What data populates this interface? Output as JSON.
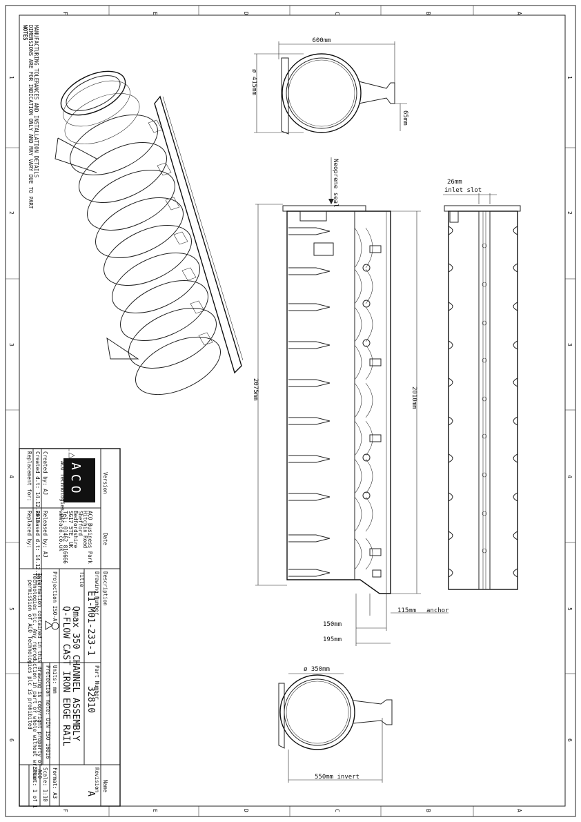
{
  "notes": {
    "heading": "NOTES",
    "line1": "DIMENSIONS ARE FOR INDICATION ONLY AND MAY VARY DUE TO PART",
    "line2": "MANUFACTURING TOLERANCES AND INSTALLATION DETAILS"
  },
  "grid": {
    "columns": [
      "F",
      "E",
      "D",
      "C",
      "B",
      "A"
    ],
    "rows": [
      "1",
      "2",
      "3",
      "4",
      "5",
      "6"
    ]
  },
  "dimensions": {
    "top_width": "600mm",
    "top_diameter": "ø 415mm",
    "top_flange": "65mm",
    "neoprene_seal": "Neoprene seal",
    "overall_length": "2075mm",
    "inner_length": "2010mm",
    "dim_150": "150mm",
    "dim_195": "195mm",
    "dim_115": "115mm",
    "anchor": "anchor",
    "inlet_width": "26mm",
    "inlet_slot": "inlet slot",
    "bottom_diameter": "ø 350mm",
    "bottom_invert": "550mm invert"
  },
  "title_block": {
    "version_label": "Version",
    "date_label": "Date",
    "description_label": "Description",
    "name_label": "Name",
    "logo_text": "ACO",
    "company": "ACO Technologies plc",
    "address_line1": "ACO Business Park",
    "address_line2": "Hitchin Road",
    "address_line3": "Shefford",
    "address_line4": "Bedfordshire",
    "address_line5": "SG17 5TE, UK",
    "tel": "Tel: 01462 816666",
    "web": "www.aco.co.uk",
    "drawing_number_label": "Drawing Number",
    "drawing_number": "E1-M01-233-1",
    "part_number_label": "Part Number",
    "part_number": "32810",
    "revision_label": "Revision",
    "revision": "A",
    "title_label": "Title",
    "title_line1": "Qmax 350 CHANNEL ASSEMBLY",
    "title_line2": "Q-FLOW CAST IRON EDGE RAIL",
    "created_by": "Created by: AJ",
    "created_date": "Created d.t: 14.12.2015",
    "released_by": "Released by: AJ",
    "released_date": "Released d.t: 14.12.2015",
    "replacement_for": "Replacement for:",
    "replaced_by": "Replaced by:",
    "projection": "Projection ISO-A",
    "units": "Units: mm",
    "protection_note": "Protection note: DIN ISO 16016",
    "format": "Format: A3",
    "scale": "Scale: 1:10",
    "sheet": "Sheet: 1 of 1",
    "copyright1": "Information contained in this drawing is copyright property of ACO",
    "copyright2": "Technologies plc. Any reproduction in part or whole without written",
    "copyright3": "permission of ACO Technologies plc is prohibited"
  }
}
